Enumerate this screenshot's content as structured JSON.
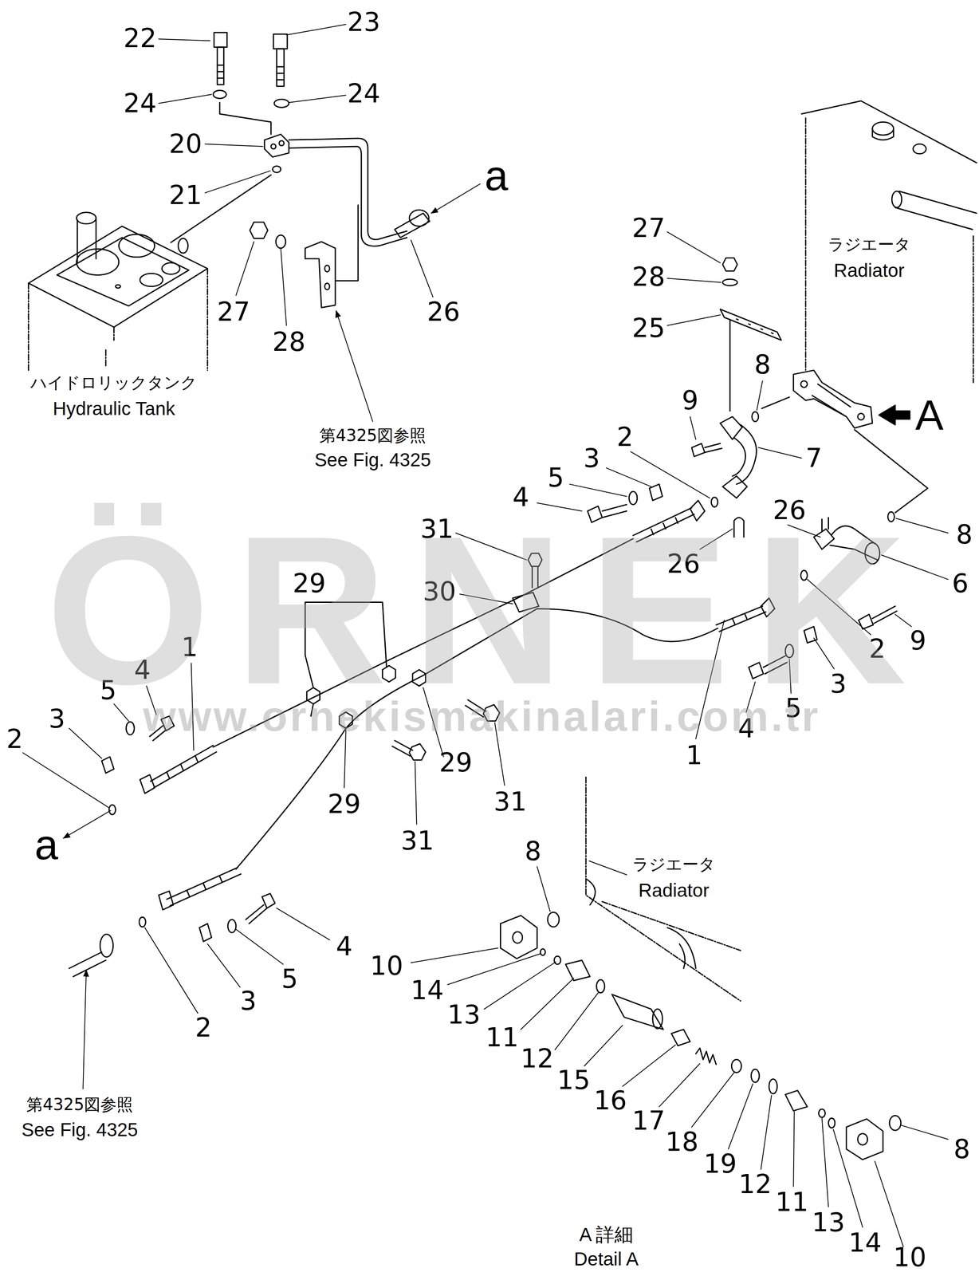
{
  "diagram": {
    "labels": [
      "22",
      "23",
      "24",
      "24",
      "20",
      "21",
      "a",
      "27",
      "28",
      "26",
      "ハイドロリックタンク",
      "Hydraulic Tank",
      "第4325図参照",
      "See Fig. 4325",
      "27",
      "28",
      "25",
      "ラジエータ",
      "Radiator",
      "A",
      "8",
      "9",
      "2",
      "3",
      "7",
      "5",
      "4",
      "26",
      "8",
      "26",
      "6",
      "31",
      "30",
      "29",
      "1",
      "9",
      "2",
      "3",
      "4",
      "5",
      "3",
      "2",
      "4",
      "5",
      "1",
      "29",
      "31",
      "29",
      "31",
      "a",
      "8",
      "ラジエータ",
      "Radiator",
      "4",
      "10",
      "14",
      "5",
      "13",
      "3",
      "11",
      "2",
      "12",
      "15",
      "16",
      "17",
      "18",
      "19",
      "12",
      "11",
      "8",
      "13",
      "14",
      "10",
      "第4325図参照",
      "See Fig. 4325",
      "A 詳細",
      "Detail A",
      "ÖRNEK",
      "www.ornekismakinalari.com.tr"
    ]
  }
}
